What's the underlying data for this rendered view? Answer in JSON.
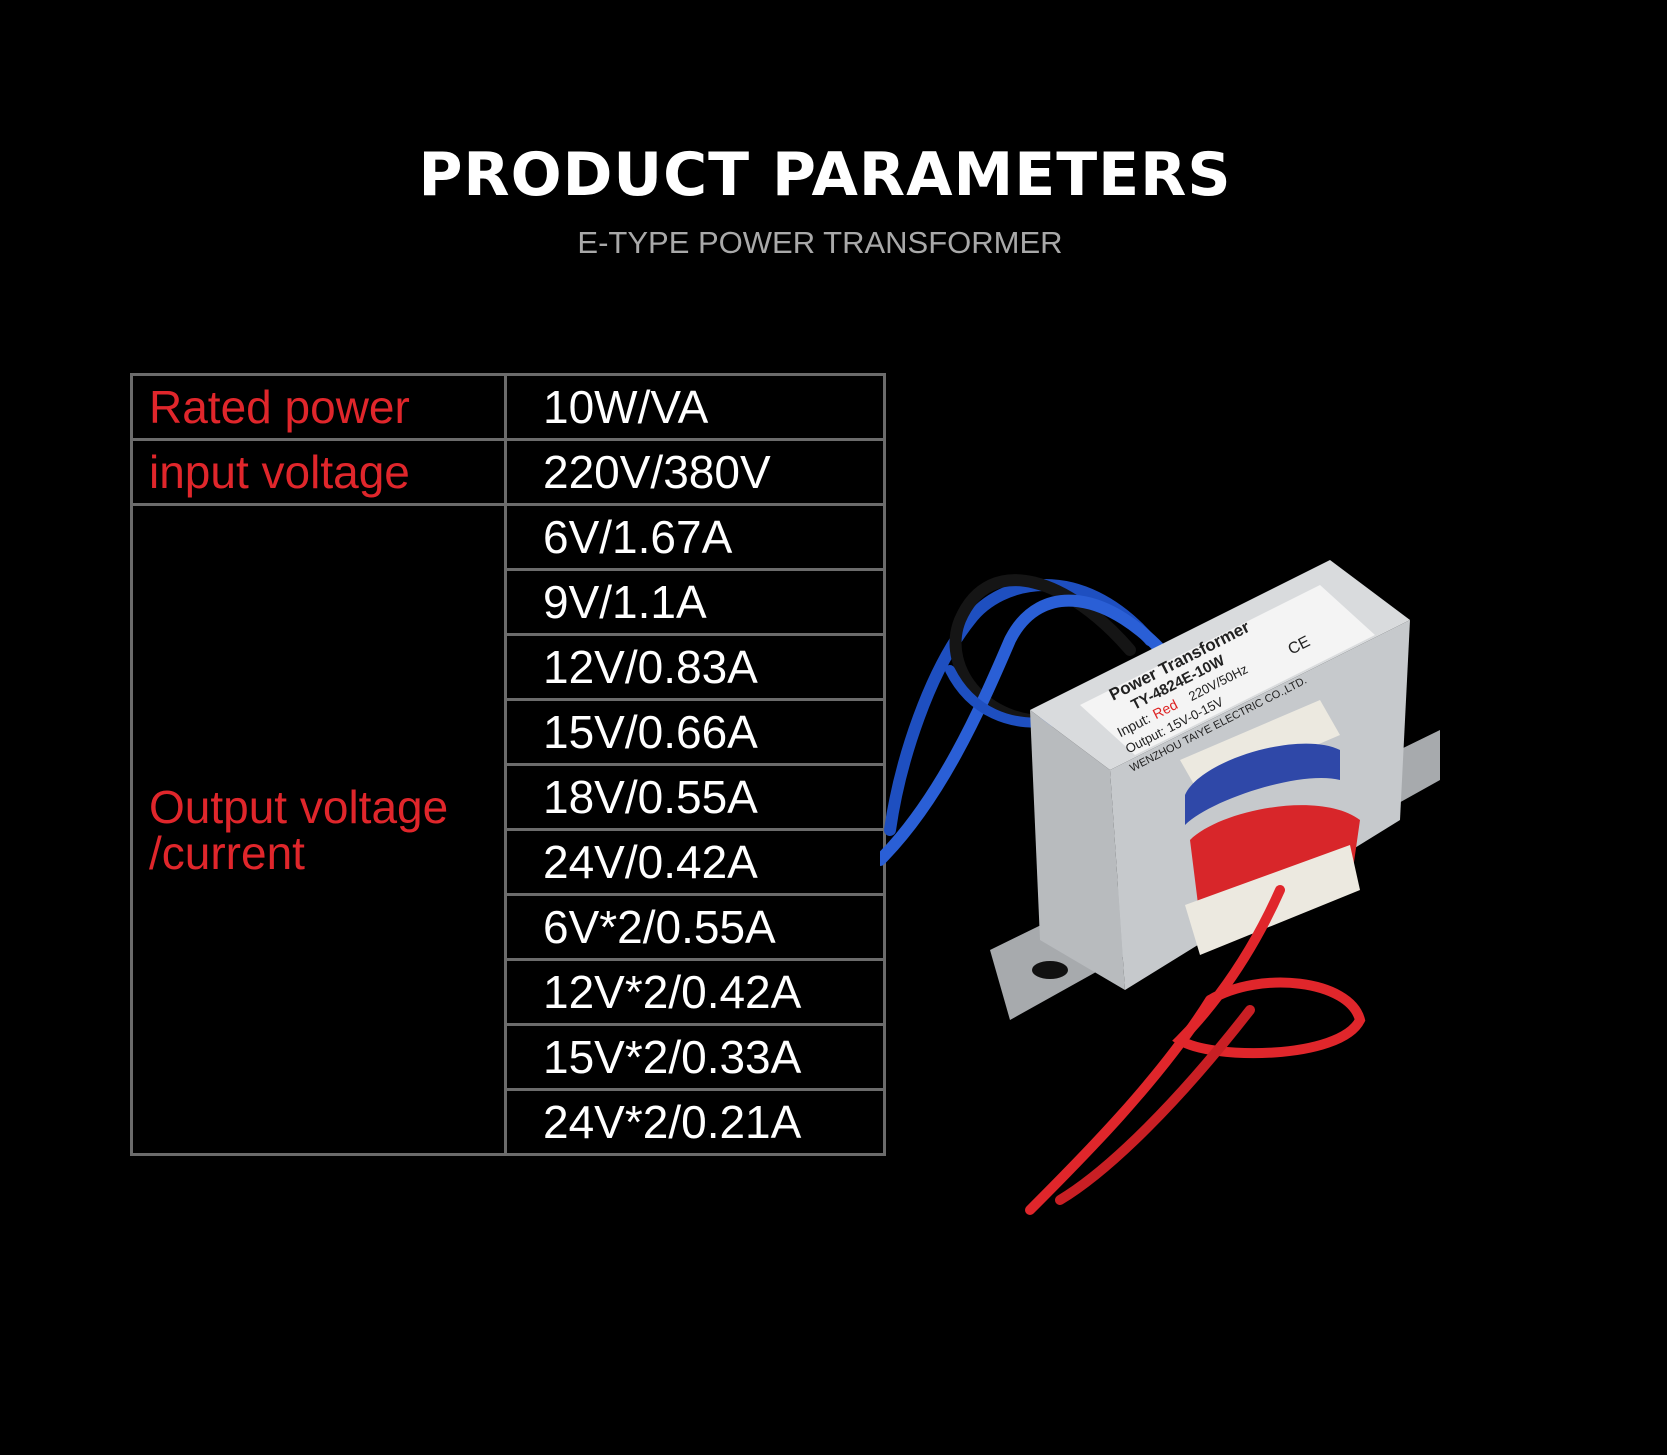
{
  "header": {
    "title": "PRODUCT PARAMETERS",
    "subtitle": "E-TYPE POWER TRANSFORMER"
  },
  "specs": {
    "rated_power_label": "Rated power",
    "rated_power_value": "10W/VA",
    "input_voltage_label": "input voltage",
    "input_voltage_value": "220V/380V",
    "output_label_line1": "Output voltage",
    "output_label_line2": "/current",
    "outputs": [
      "6V/1.67A",
      "9V/1.1A",
      "12V/0.83A",
      "15V/0.66A",
      "18V/0.55A",
      "24V/0.42A",
      "6V*2/0.55A",
      "12V*2/0.42A",
      "15V*2/0.33A",
      "24V*2/0.21A"
    ]
  },
  "product_label": {
    "line1": "Power Transformer",
    "line2": "TY-4824E-10W",
    "line3_prefix": "Input:",
    "line3_color": "Red",
    "line3_value": "220V/50Hz",
    "line4": "Output: 15V-0-15V",
    "line5": "WENZHOU TAIYE ELECTRIC CO.,LTD.",
    "mark": "CE"
  },
  "colors": {
    "background": "#000000",
    "label_red": "#e0262b",
    "border_gray": "#6b6b6b",
    "subtitle_gray": "#a9a9a9"
  }
}
